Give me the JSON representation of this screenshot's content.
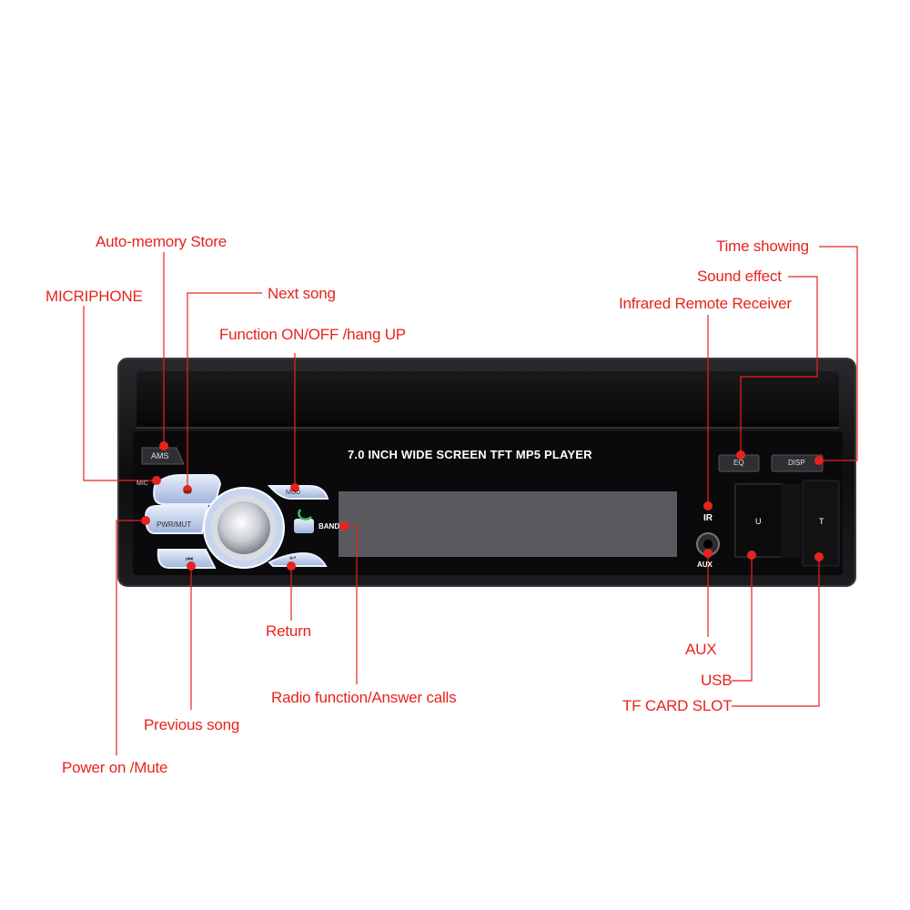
{
  "device": {
    "model_text": "7.0 INCH WIDE SCREEN TFT  MP5  PLAYER",
    "buttons": {
      "ams": "AMS",
      "mic": "MIC",
      "next": "⏭",
      "mod": "MOD",
      "pwr": "PWR/MUT",
      "band": "BAND",
      "prev": "⏮",
      "back": "↩",
      "eq": "EQ",
      "disp": "DISP"
    },
    "ports": {
      "ir": "IR",
      "aux": "AUX",
      "usb": "U",
      "tf": "T"
    }
  },
  "callouts": {
    "auto_memory": "Auto-memory Store",
    "microphone": "MICRIPHONE",
    "next_song": "Next song",
    "function": "Function ON/OFF /hang UP",
    "return": "Return",
    "radio": "Radio function/Answer calls",
    "previous": "Previous song",
    "power": "Power on /Mute",
    "time": "Time showing",
    "sound": "Sound effect",
    "infrared": "Infrared Remote Receiver",
    "aux": "AUX",
    "usb": "USB",
    "tf": "TF CARD SLOT"
  },
  "colors": {
    "callout": "#e8231c",
    "panel": "#0c0c0e",
    "screen": "#5a5a5e",
    "button_blue": "#c9d6ee"
  }
}
